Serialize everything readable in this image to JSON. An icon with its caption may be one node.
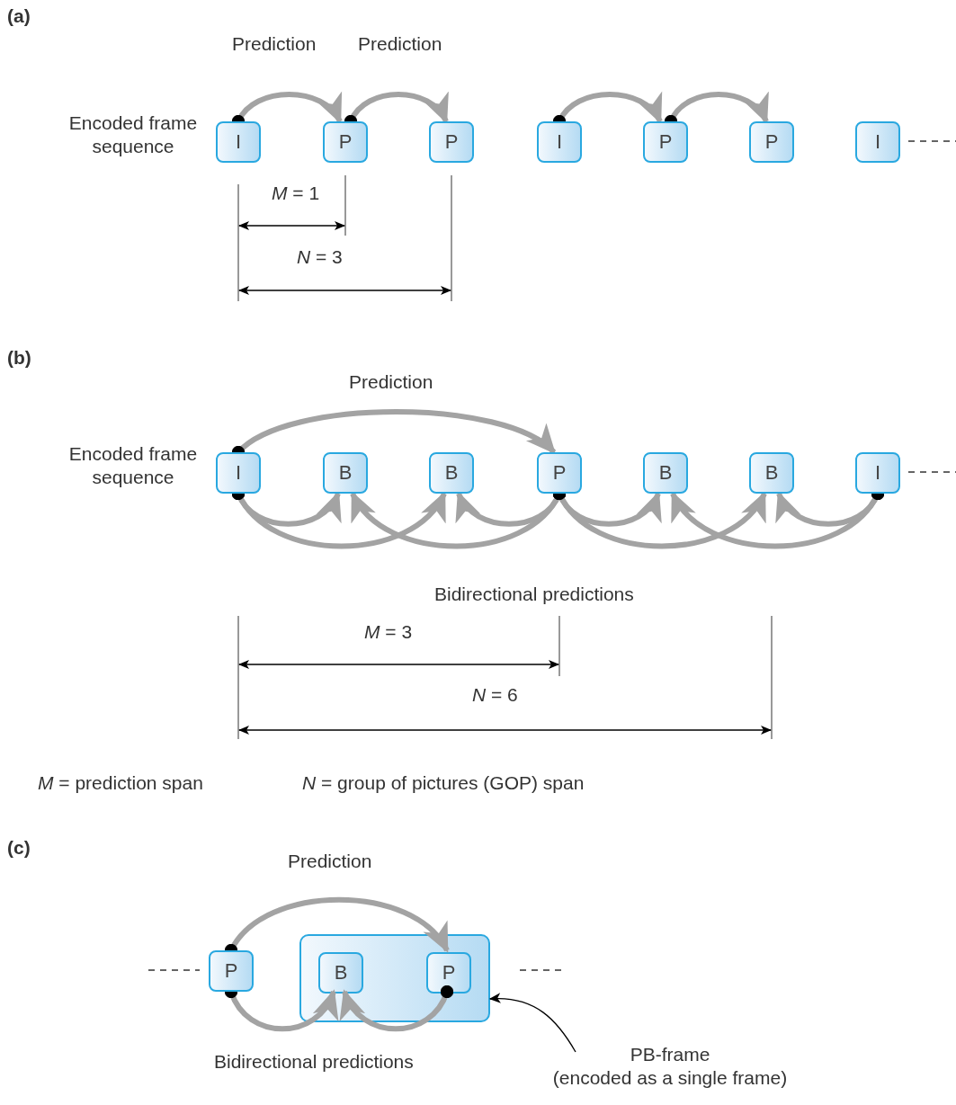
{
  "diagram": {
    "nodes": [
      {
        "text": [
          "I"
        ]
      },
      {
        "text": [
          "P"
        ]
      },
      {
        "text": [
          "P"
        ]
      },
      {
        "text": [
          "I"
        ]
      },
      {
        "text": [
          "P"
        ]
      },
      {
        "text": [
          "P"
        ]
      },
      {
        "text": [
          "I"
        ]
      },
      {
        "text": [
          "I"
        ]
      },
      {
        "text": [
          "B"
        ]
      },
      {
        "text": [
          "B"
        ]
      },
      {
        "text": [
          "P"
        ]
      },
      {
        "text": [
          "B"
        ]
      },
      {
        "text": [
          "B"
        ]
      },
      {
        "text": [
          "I"
        ]
      },
      {
        "text": [
          "P"
        ]
      },
      {
        "text": [],
        "shape": "box"
      },
      {
        "text": [
          "B"
        ],
        "in": 15
      },
      {
        "text": [
          "P"
        ],
        "in": 15
      },
      {
        "text": [
          "PB-frame",
          "(encoded as a single frame)"
        ]
      }
    ],
    "edges": [
      {
        "from": 0,
        "to": 1,
        "arrow": "to",
        "label": "Prediction"
      },
      {
        "from": 1,
        "to": 2,
        "arrow": "to",
        "label": "Prediction"
      },
      {
        "from": 3,
        "to": 4,
        "arrow": "to"
      },
      {
        "from": 4,
        "to": 5,
        "arrow": "to"
      },
      {
        "from": 7,
        "to": 10,
        "arrow": "to",
        "label": "Prediction"
      },
      {
        "from": 7,
        "to": 8,
        "arrow": "to"
      },
      {
        "from": 7,
        "to": 9,
        "arrow": "to"
      },
      {
        "from": 10,
        "to": 8,
        "arrow": "to"
      },
      {
        "from": 10,
        "to": 9,
        "arrow": "to"
      },
      {
        "from": 10,
        "to": 11,
        "arrow": "to"
      },
      {
        "from": 10,
        "to": 12,
        "arrow": "to"
      },
      {
        "from": 13,
        "to": 11,
        "arrow": "to"
      },
      {
        "from": 13,
        "to": 12,
        "arrow": "to"
      },
      {
        "from": 14,
        "to": 17,
        "arrow": "to",
        "label": "Prediction"
      },
      {
        "from": 14,
        "to": 16,
        "arrow": "to"
      },
      {
        "from": 17,
        "to": 16,
        "arrow": "to"
      },
      {
        "from": 18,
        "to": 15,
        "arrow": "to",
        "color": "#000000"
      }
    ],
    "labels": [
      "(a)",
      "Encoded frame sequence",
      "*M* = 1",
      "*N* = 3",
      "(b)",
      "Encoded frame sequence",
      "Bidirectional predictions",
      "*M* = 3",
      "*N* = 6",
      "*M* = prediction span",
      "*N* = group of pictures (GOP) span",
      "(c)",
      "Bidirectional predictions"
    ]
  }
}
